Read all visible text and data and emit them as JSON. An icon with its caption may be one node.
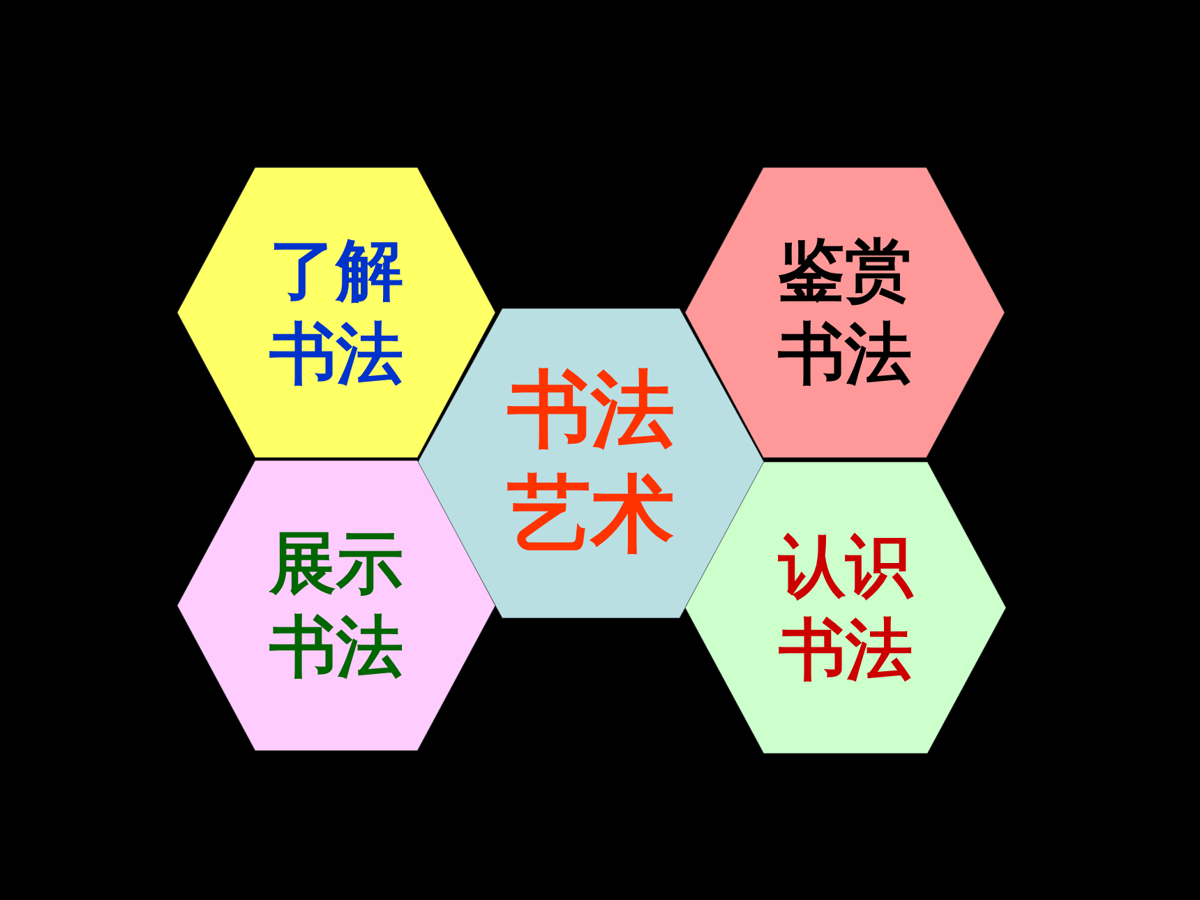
{
  "diagram": {
    "nodes": [
      {
        "text": [
          "了解书法"
        ]
      },
      {
        "text": [
          "鉴赏书法"
        ]
      },
      {
        "text": [
          "书法艺术"
        ]
      },
      {
        "text": [
          "展示书法"
        ]
      },
      {
        "text": [
          "认识书法"
        ]
      }
    ]
  }
}
